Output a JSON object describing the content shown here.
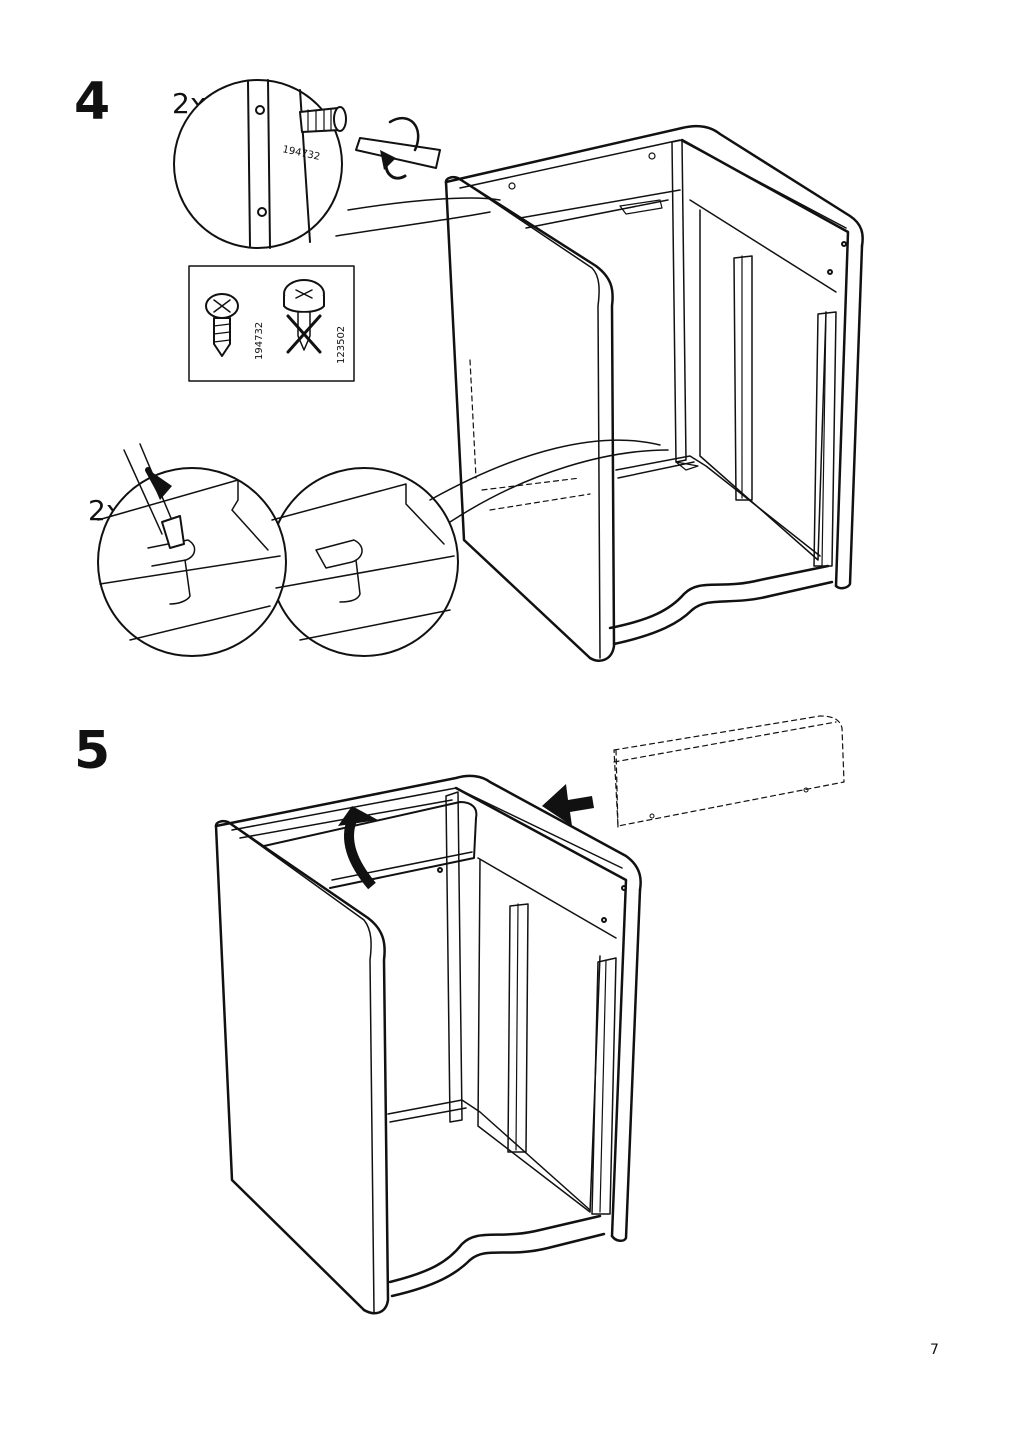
{
  "step4": {
    "number": "4",
    "screw_quantity": "2x",
    "screw_part_number": "194732",
    "screw_correct_part": "194732",
    "screw_wrong_part": "123502",
    "clip_quantity": "2x"
  },
  "step5": {
    "number": "5"
  },
  "page_number": "7"
}
